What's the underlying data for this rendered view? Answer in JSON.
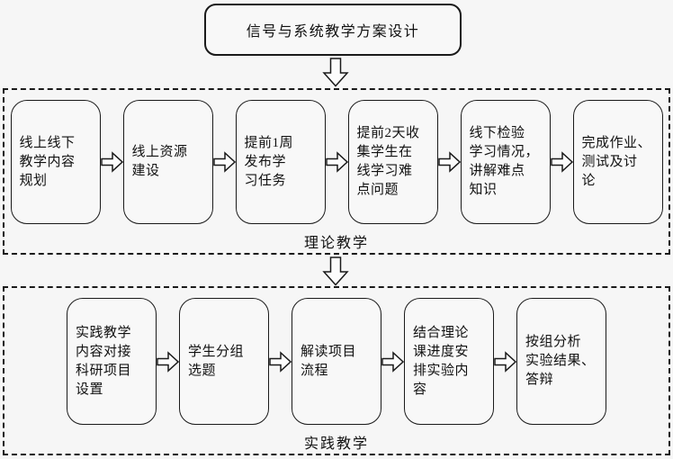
{
  "diagram": {
    "title": "信号与系统教学方案设计",
    "sections": [
      {
        "label": "理论教学",
        "steps": [
          "线上线下\n教学内容\n规划",
          "线上资源\n建设",
          "提前1周\n发布学\n习任务",
          "提前2天收\n集学生在\n线学习难\n点问题",
          "线下检验\n学习情况，\n讲解难点\n知识",
          "完成作业、\n测试及讨\n论"
        ]
      },
      {
        "label": "实践教学",
        "steps": [
          "实践教学\n内容对接\n科研项目\n设置",
          "学生分组\n选题",
          "解读项目\n流程",
          "结合理论\n课进度安\n排实验内\n容",
          "按组分析\n实验结果、\n答辩"
        ]
      }
    ],
    "colors": {
      "background": "#f6f6f6",
      "line": "#1a1a1a",
      "box_fill": "#f8f8f8",
      "arrow_fill": "#fcfcfc"
    }
  }
}
